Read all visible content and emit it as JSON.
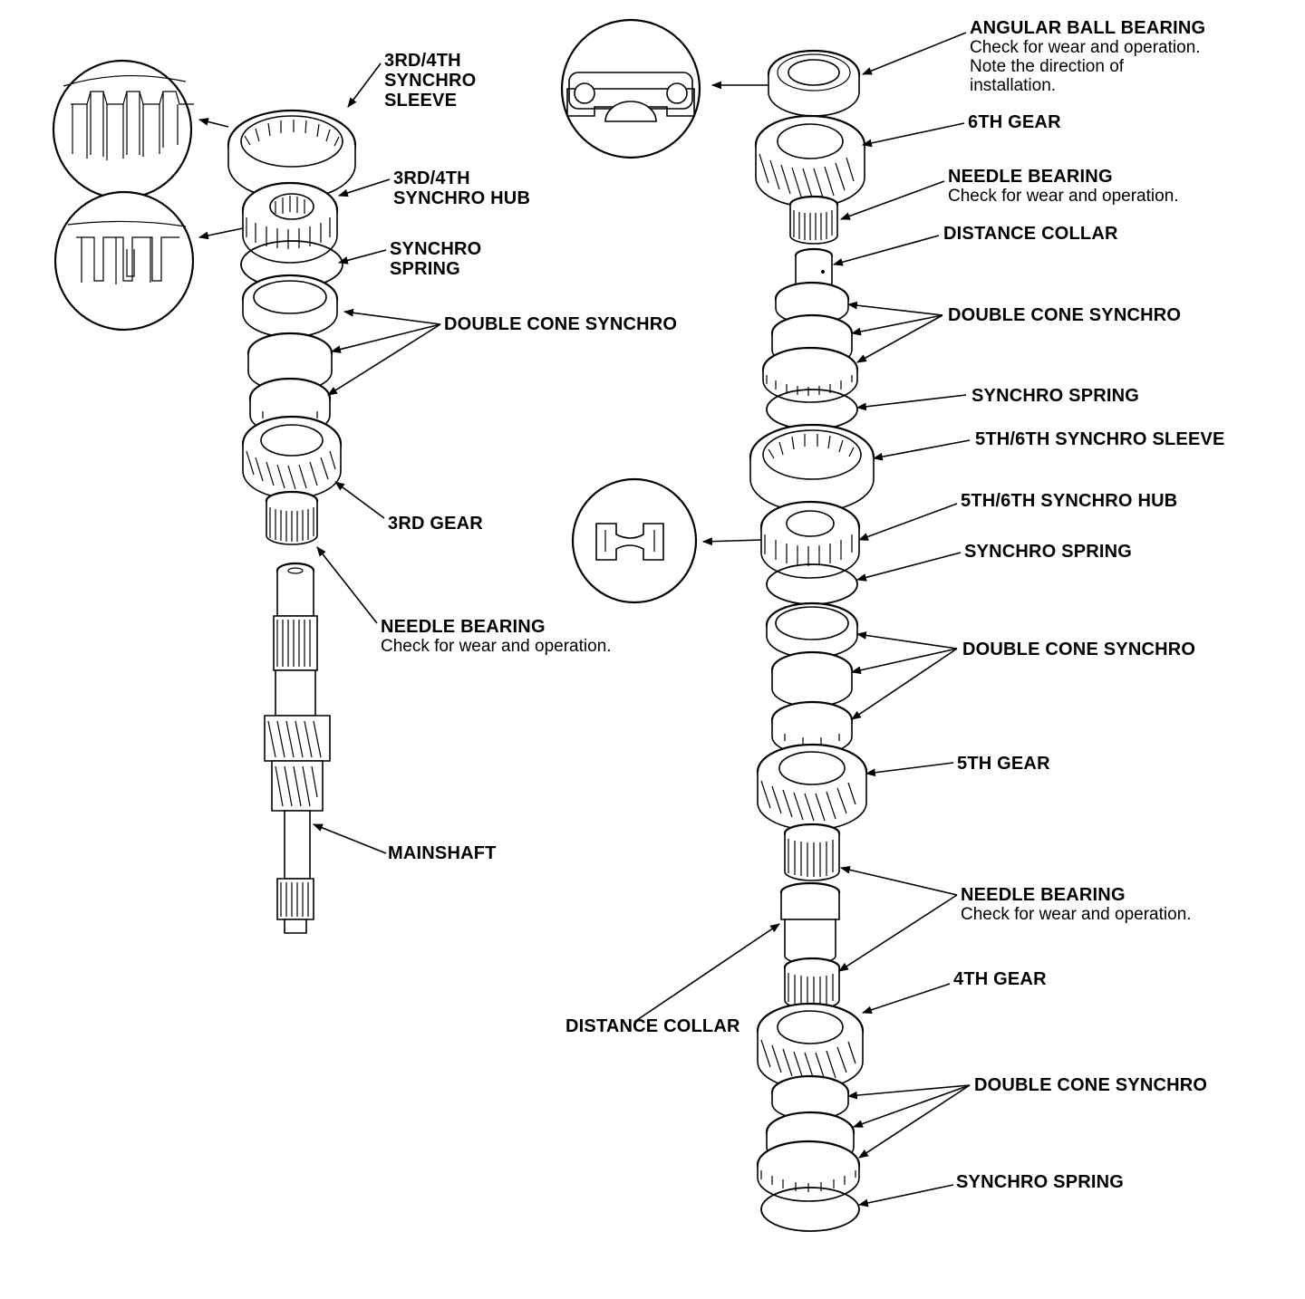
{
  "labels": {
    "left": {
      "synchro_sleeve_34": "3RD/4TH SYNCHRO SLEEVE",
      "synchro_hub_34": "3RD/4TH SYNCHRO HUB",
      "synchro_spring": "SYNCHRO SPRING",
      "double_cone_synchro": "DOUBLE CONE SYNCHRO",
      "gear_3rd": "3RD GEAR",
      "needle_bearing": "NEEDLE BEARING",
      "needle_bearing_note": "Check for wear and operation.",
      "mainshaft": "MAINSHAFT"
    },
    "right": {
      "angular_ball_bearing": "ANGULAR BALL BEARING",
      "angular_ball_bearing_note_1": "Check for wear and operation.",
      "angular_ball_bearing_note_2": "Note the direction of",
      "angular_ball_bearing_note_3": "installation.",
      "gear_6th": "6TH GEAR",
      "needle_bearing_top": "NEEDLE BEARING",
      "needle_bearing_top_note": "Check for wear and operation.",
      "distance_collar_top": "DISTANCE COLLAR",
      "double_cone_synchro_1": "DOUBLE CONE SYNCHRO",
      "synchro_spring_1": "SYNCHRO SPRING",
      "synchro_sleeve_56": "5TH/6TH SYNCHRO SLEEVE",
      "synchro_hub_56": "5TH/6TH SYNCHRO HUB",
      "synchro_spring_2": "SYNCHRO SPRING",
      "double_cone_synchro_2": "DOUBLE CONE SYNCHRO",
      "gear_5th": "5TH GEAR",
      "needle_bearing_mid": "NEEDLE BEARING",
      "needle_bearing_mid_note": "Check for wear and operation.",
      "gear_4th": "4TH GEAR",
      "distance_collar_bottom": "DISTANCE COLLAR",
      "double_cone_synchro_3": "DOUBLE CONE SYNCHRO",
      "synchro_spring_3": "SYNCHRO SPRING"
    },
    "line_breaks": {
      "synchro_sleeve_34": [
        "3RD/4TH",
        "SYNCHRO",
        "SLEEVE"
      ],
      "synchro_hub_34": [
        "3RD/4TH",
        "SYNCHRO HUB"
      ],
      "synchro_spring_left": [
        "SYNCHRO",
        "SPRING"
      ]
    }
  },
  "icons": [
    "ball-bearing-detail-icon",
    "sleeve-teeth-detail-icon",
    "hub-teeth-detail-icon",
    "hub-section-detail-icon",
    "gear-icon",
    "needle-bearing-icon",
    "synchro-ring-icon",
    "shaft-icon"
  ]
}
